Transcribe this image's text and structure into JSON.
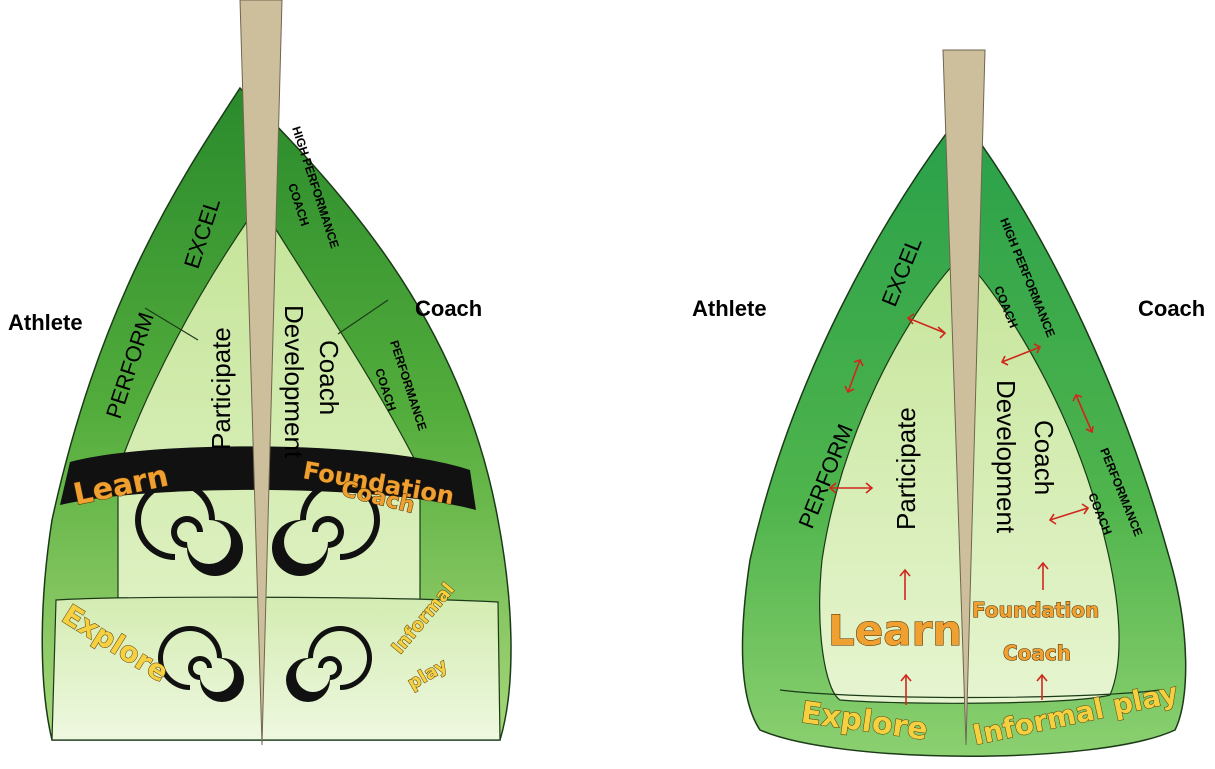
{
  "left": {
    "athlete": "Athlete",
    "coach": "Coach",
    "excel": "EXCEL",
    "perform": "PERFORM",
    "high_performance_coach": [
      "HIGH PERFORMANCE",
      "COACH"
    ],
    "performance_coach": [
      "PERFORMANCE",
      "COACH"
    ],
    "participate": "Participate",
    "development": "Development",
    "coach_inner": "Coach",
    "learn": "Learn",
    "foundation": "Foundation",
    "foundation_coach": "Coach",
    "explore": "Explore",
    "informal": "Informal",
    "play": "play"
  },
  "right": {
    "athlete": "Athlete",
    "coach": "Coach",
    "excel": "EXCEL",
    "perform": "PERFORM",
    "high_performance_coach": [
      "HIGH PERFORMANCE",
      "COACH"
    ],
    "performance_coach": [
      "PERFORMANCE",
      "COACH"
    ],
    "participate": "Participate",
    "development": "Development",
    "coach_inner": "Coach",
    "learn": "Learn",
    "foundation": "Foundation",
    "foundation_coach": "Coach",
    "explore": "Explore",
    "informal_play": "Informal play"
  },
  "colors": {
    "dark_green": "#2e8b2a",
    "mid_green": "#63b33f",
    "light_green": "#d9efb8",
    "pale_green": "#e8f6d2",
    "tan": "#cdbf9c",
    "black_band": "#111111",
    "arrow_red": "#d0271d"
  }
}
